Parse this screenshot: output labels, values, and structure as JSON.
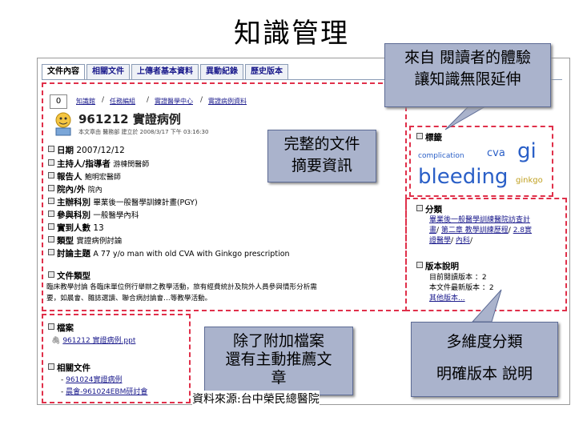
{
  "slide": {
    "title": "知識管理",
    "source": "資料來源:台中榮民總醫院"
  },
  "tabs": [
    "文件內容",
    "相關文件",
    "上傳者基本資料",
    "異動紀錄",
    "歷史版本"
  ],
  "counter": "0",
  "breadcrumb": [
    "知識館",
    "任務編組",
    "實證醫學中心",
    "實證病例資料"
  ],
  "document": {
    "title": "961212 實證病例",
    "meta": "本文章由 醫務部 建立於 2008/3/17 下午 03:16:30",
    "fields": [
      {
        "label": "日期",
        "value": "2007/12/12"
      },
      {
        "label": "主持人/指導者",
        "value": "游棟閔醫師"
      },
      {
        "label": "報告人",
        "value": "鮑明宏醫師"
      },
      {
        "label": "院內/外",
        "value": "院內"
      },
      {
        "label": "主辦科別",
        "value": "畢業後一般醫學訓練計畫(PGY)"
      },
      {
        "label": "參與科別",
        "value": "一般醫學內科"
      },
      {
        "label": "實到人數",
        "value": "13"
      },
      {
        "label": "類型",
        "value": "實證病例討論"
      },
      {
        "label": "討論主題",
        "value": "A 77 y/o man with old CVA with Ginkgo prescription"
      }
    ],
    "doc_type_label": "文件類型",
    "doc_type_text1": "臨床教學討論  各臨床單位例行舉辦之教學活動，旅有經費統計及院外人員參與情形分析需",
    "doc_type_text2": "要，如晨會、雜誌選讀、聯合病討論會…等教學活動。"
  },
  "attachments": {
    "label": "檔案",
    "file": "961212 實證病例.ppt",
    "related_label": "相關文件",
    "related": [
      "961024實證病例",
      "晨會-961024EBM研討會"
    ]
  },
  "tags": {
    "label": "標籤",
    "items": [
      "complication",
      "cva",
      "gi",
      "bleeding",
      "ginkgo"
    ]
  },
  "category": {
    "label": "分類",
    "line1": "畢業後一般醫學訓練醫院訪查計",
    "line2a": "畫",
    "line2b": "第二章 教學訓練歷程",
    "line2c": "2.8實",
    "line3a": "證醫學",
    "line3b": "內科"
  },
  "version": {
    "label": "版本說明",
    "current": "目前閱讀版本 ：2",
    "latest": "本文件最新版本 ：2",
    "other": "其他版本..."
  },
  "callouts": {
    "reader": [
      "來自 閱讀者的體驗",
      "讓知識無限延伸"
    ],
    "summary": [
      "完整的文件",
      "摘要資訊"
    ],
    "attach": [
      "除了附加檔案",
      "還有主動推薦文",
      "章"
    ],
    "classify": [
      "多維度分類",
      "明確版本 說明"
    ]
  },
  "colors": {
    "dash": "#e0304a",
    "callout_fill": "#aab3cc",
    "link": "#1a1a8c",
    "tag": "#2a5fc7"
  }
}
